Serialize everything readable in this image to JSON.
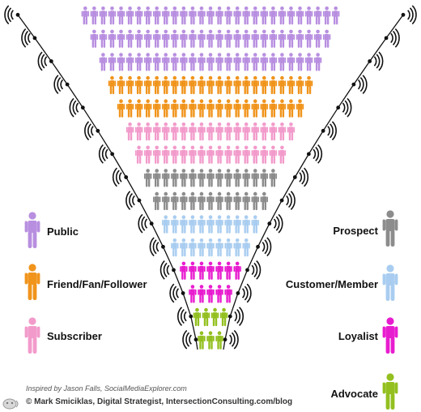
{
  "colors": {
    "public": "#b88fe0",
    "friend": "#f0941c",
    "subscriber": "#f29bcb",
    "prospect": "#8c8c8c",
    "customer": "#a9cdf0",
    "loyalist": "#e81ccf",
    "advocate": "#93c020",
    "line": "#111111"
  },
  "funnel_rows": [
    {
      "segment": "public",
      "people": 29
    },
    {
      "segment": "public",
      "people": 27
    },
    {
      "segment": "public",
      "people": 25
    },
    {
      "segment": "friend",
      "people": 23
    },
    {
      "segment": "friend",
      "people": 21
    },
    {
      "segment": "subscriber",
      "people": 19
    },
    {
      "segment": "subscriber",
      "people": 17
    },
    {
      "segment": "prospect",
      "people": 15
    },
    {
      "segment": "prospect",
      "people": 13
    },
    {
      "segment": "customer",
      "people": 11
    },
    {
      "segment": "customer",
      "people": 9
    },
    {
      "segment": "loyalist",
      "people": 7
    },
    {
      "segment": "loyalist",
      "people": 5
    },
    {
      "segment": "advocate",
      "people": 4
    },
    {
      "segment": "advocate",
      "people": 3
    }
  ],
  "legend": {
    "public": "Public",
    "friend": "Friend/Fan/Follower",
    "subscriber": "Subscriber",
    "prospect": "Prospect",
    "customer": "Customer/Member",
    "loyalist": "Loyalist",
    "advocate": "Advocate"
  },
  "credits": {
    "inspired": "Inspired by Jason Falls, SocialMediaExplorer.com",
    "copyright": "© Mark Smiciklas, Digital Strategist, IntersectionConsulting.com/blog"
  }
}
